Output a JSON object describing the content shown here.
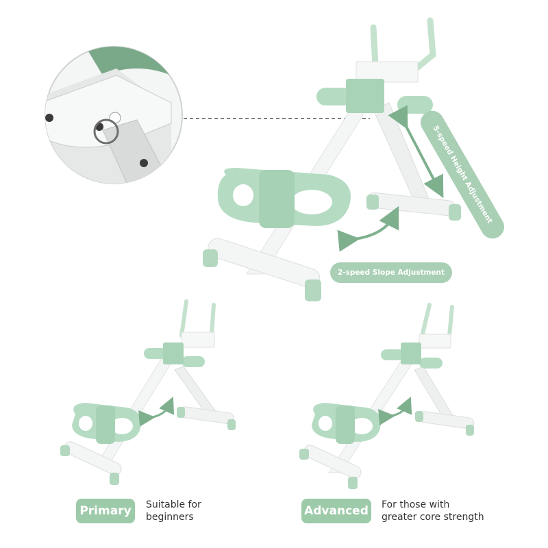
{
  "colors": {
    "accent_green": "#a9cfb4",
    "product_green": "#b5dcc3",
    "product_green_dark": "#8fc2a1",
    "frame_white": "#f2f4f3",
    "arrow_green": "#7fb08e",
    "text_dark": "#333333"
  },
  "callouts": {
    "height_adjustment": "5-speed Height Adjustment",
    "slope_adjustment": "2-speed Slope Adjustment"
  },
  "levels": [
    {
      "badge": "Primary",
      "description_line1": "Suitable for",
      "description_line2": "beginners"
    },
    {
      "badge": "Advanced",
      "description_line1": "For those with",
      "description_line2": "greater core strength"
    }
  ],
  "detail_inset": {
    "icon": "pin-lock-ring-icon"
  }
}
